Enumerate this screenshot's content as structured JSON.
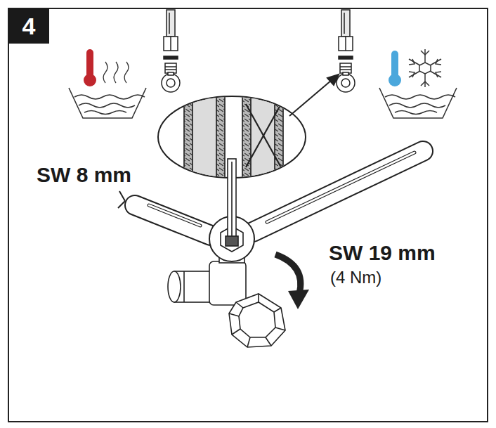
{
  "diagram": {
    "nodes": [
      {
        "text": [
          "4"
        ]
      }
    ],
    "labels": [
      "SW 8 mm",
      "SW 19 mm",
      "(4 Nm)"
    ]
  }
}
